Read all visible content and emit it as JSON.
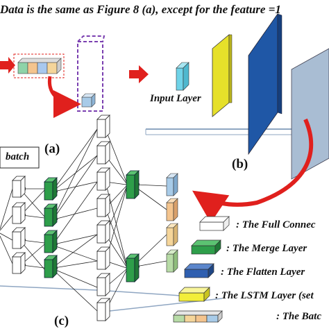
{
  "caption": "Data is the same as Figure 8 (a), except for the feature =1",
  "panels": {
    "a": "(a)",
    "b": "(b)",
    "c": "(c)"
  },
  "input_layer_label": "Input Layer",
  "batch_label": "batch",
  "legend": [
    {
      "text": ": The Full Connec",
      "color": "#ffffff"
    },
    {
      "text": ": The Merge Layer",
      "color": "#2e9e4a"
    },
    {
      "text": ": The Flatten Layer",
      "color": "#2f5fb0"
    },
    {
      "text": ": The LSTM Layer (set",
      "color": "#f2ee3a"
    },
    {
      "text": ": The Batc",
      "color": "multi"
    }
  ],
  "colors": {
    "arrow_red": "#e0201d",
    "lstm_yellow": "#e6e02a",
    "flatten_blue": "#1f57a6",
    "batch_gray_blue": "#9fb3c9",
    "merge_green": "#2e9e4a",
    "input_cyan": "#6fd3e8",
    "dashed_purple": "#7a3fb0"
  }
}
